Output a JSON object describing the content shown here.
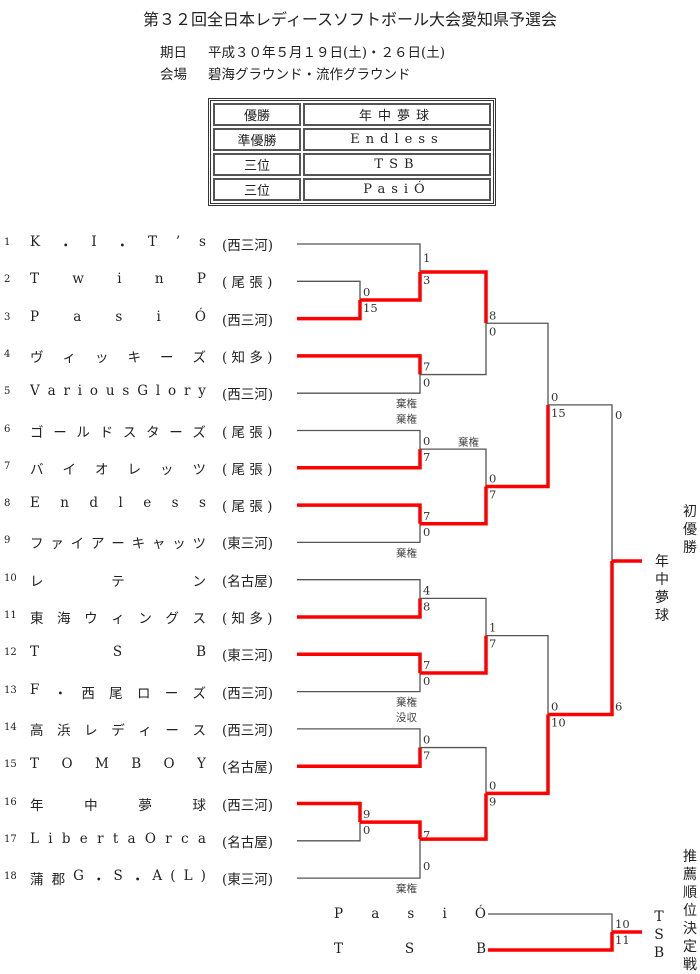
{
  "title": "第３２回全日本レディースソフトボール大会愛知県予選会",
  "info": {
    "date_label": "期日",
    "date_value": "平成３０年５月１９日(土)・２６日(土)",
    "venue_label": "会場",
    "venue_value": "碧海グラウンド・流作グラウンド"
  },
  "results": [
    {
      "rank": "優勝",
      "team": "年中夢球"
    },
    {
      "rank": "準優勝",
      "team": "Endless"
    },
    {
      "rank": "三位",
      "team": "TSB"
    },
    {
      "rank": "三位",
      "team": "PasiÓ"
    }
  ],
  "teams": [
    {
      "no": "1",
      "name": [
        "K",
        "・",
        "I",
        "・",
        "T",
        "’",
        "s"
      ],
      "region": "(西三河)"
    },
    {
      "no": "2",
      "name": [
        "T",
        "w",
        "i",
        "n",
        "P"
      ],
      "region": "( 尾 張 )"
    },
    {
      "no": "3",
      "name": [
        "P",
        "a",
        "s",
        "i",
        "Ó"
      ],
      "region": "(西三河)"
    },
    {
      "no": "4",
      "name": [
        "ヴ",
        "ィ",
        "ッ",
        "キ",
        "ー",
        "ズ"
      ],
      "region": "( 知 多 )"
    },
    {
      "no": "5",
      "name": [
        "V",
        "a",
        "r",
        "i",
        "o",
        "u",
        "s",
        "G",
        "l",
        "o",
        "r",
        "y"
      ],
      "region": "(西三河)"
    },
    {
      "no": "6",
      "name": [
        "ゴ",
        "ー",
        "ル",
        "ド",
        "ス",
        "タ",
        "ー",
        "ズ"
      ],
      "region": "( 尾 張 )"
    },
    {
      "no": "7",
      "name": [
        "バ",
        "イ",
        "オ",
        "レ",
        "ッ",
        "ツ"
      ],
      "region": "( 尾 張 )"
    },
    {
      "no": "8",
      "name": [
        "E",
        "n",
        "d",
        "l",
        "e",
        "s",
        "s"
      ],
      "region": "( 尾 張 )"
    },
    {
      "no": "9",
      "name": [
        "フ",
        "ァ",
        "イ",
        "ア",
        "ー",
        "キ",
        "ャ",
        "ッ",
        "ツ"
      ],
      "region": "(東三河)"
    },
    {
      "no": "10",
      "name": [
        "レ",
        "テ",
        "ン"
      ],
      "region": "(名古屋)"
    },
    {
      "no": "11",
      "name": [
        "東",
        "海",
        "ウ",
        "ィ",
        "ン",
        "グ",
        "ス"
      ],
      "region": "( 知 多 )"
    },
    {
      "no": "12",
      "name": [
        "T",
        "S",
        "B"
      ],
      "region": "(東三河)"
    },
    {
      "no": "13",
      "name": [
        "F",
        "・",
        "西",
        "尾",
        "ロ",
        "ー",
        "ズ"
      ],
      "region": "(西三河)"
    },
    {
      "no": "14",
      "name": [
        "高",
        "浜",
        "レ",
        "デ",
        "ィ",
        "ー",
        "ス"
      ],
      "region": "(西三河)"
    },
    {
      "no": "15",
      "name": [
        "T",
        "O",
        "M",
        "B",
        "O",
        "Y"
      ],
      "region": "(名古屋)"
    },
    {
      "no": "16",
      "name": [
        "年",
        "中",
        "夢",
        "球"
      ],
      "region": "(西三河)"
    },
    {
      "no": "17",
      "name": [
        "L",
        "i",
        "b",
        "e",
        "r",
        "t",
        "a",
        "O",
        "r",
        "c",
        "a"
      ],
      "region": "(名古屋)"
    },
    {
      "no": "18",
      "name": [
        "蒲",
        "郡",
        "G",
        "・",
        "S",
        "・",
        "A",
        "(",
        "L",
        ")"
      ],
      "region": "(東三河)"
    }
  ],
  "scores": {
    "r1_2v3": [
      "0",
      "15"
    ],
    "r1_16v17": [
      "9",
      "0"
    ],
    "r2_1v23": [
      "1",
      "3"
    ],
    "r2_4v5": [
      "7",
      "0"
    ],
    "r2_6v7": [
      "0",
      "7"
    ],
    "r2_8v9": [
      "7",
      "0"
    ],
    "r2_10v11": [
      "4",
      "8"
    ],
    "r2_12v13": [
      "7",
      "0"
    ],
    "r2_14v15": [
      "0",
      "7"
    ],
    "r2_1617v18": [
      "7",
      "0"
    ],
    "qf_a": [
      "8",
      "0"
    ],
    "qf_b": [
      "0",
      "7"
    ],
    "qf_c": [
      "1",
      "7"
    ],
    "qf_d": [
      "0",
      "9"
    ],
    "sf_top": [
      "0",
      "15"
    ],
    "sf_bot": [
      "0",
      "10"
    ],
    "final": [
      "0",
      "6"
    ],
    "playoff": [
      "10",
      "11"
    ]
  },
  "notes": {
    "forfeit": "棄権",
    "confiscated": "没収"
  },
  "champion": {
    "label": "初優勝",
    "team": "年中夢球"
  },
  "playoff": {
    "label": "推薦順位決定戦",
    "teams": [
      {
        "name": [
          "P",
          "a",
          "s",
          "i",
          "Ó"
        ]
      },
      {
        "name": [
          "T",
          "S",
          "B"
        ]
      }
    ],
    "winner": "TSB"
  },
  "colors": {
    "winner_line": "#ff0000",
    "loser_line": "#555555"
  }
}
